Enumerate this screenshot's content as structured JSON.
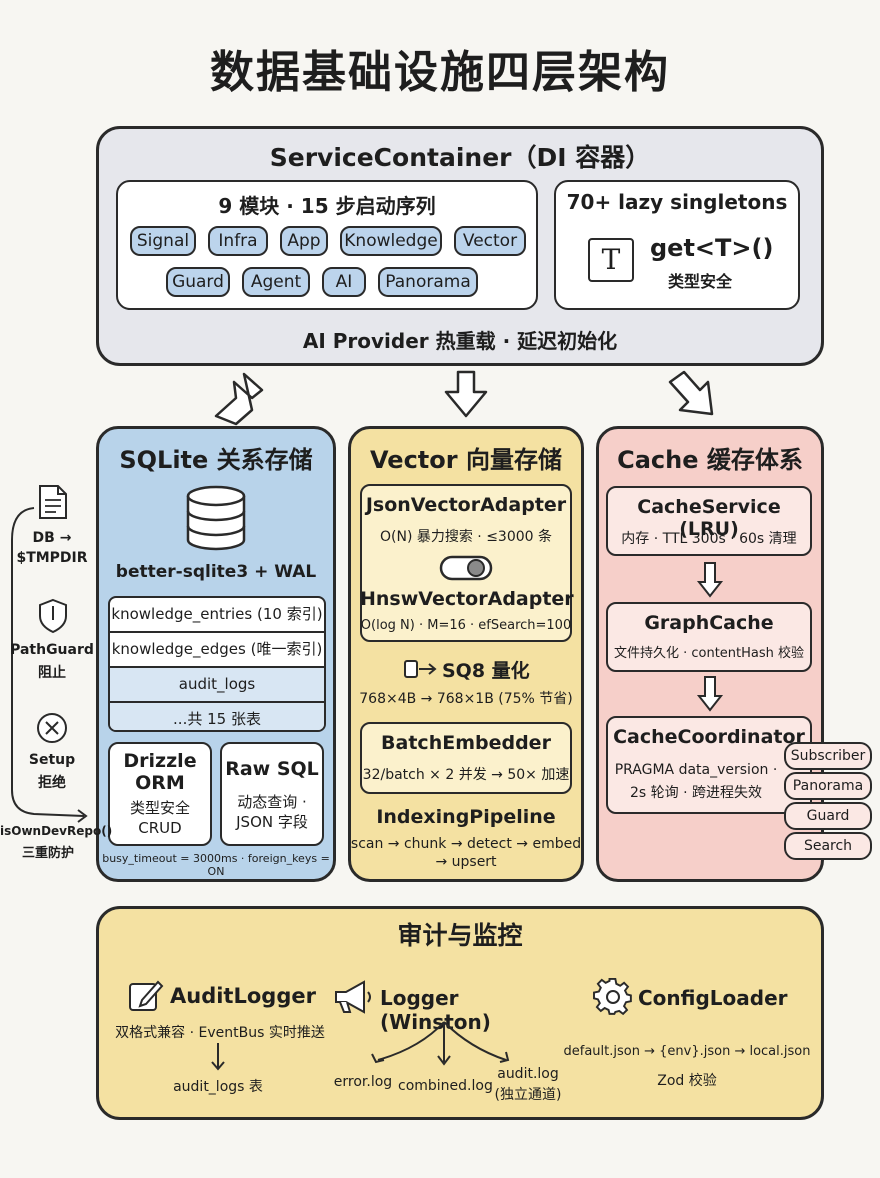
{
  "title": "数据基础设施四层架构",
  "container": {
    "title": "ServiceContainer（DI 容器）",
    "modules_title": "9 模块 · 15 步启动序列",
    "modules_row1": [
      "Signal",
      "Infra",
      "App",
      "Knowledge",
      "Vector"
    ],
    "modules_row2": [
      "Guard",
      "Agent",
      "AI",
      "Panorama"
    ],
    "singletons_title": "70+ lazy singletons",
    "get_icon_letter": "T",
    "get_label": "get<T>()",
    "get_sub": "类型安全",
    "footer": "AI Provider 热重载 · 延迟初始化"
  },
  "sqlite": {
    "title": "SQLite 关系存储",
    "engine": "better-sqlite3 + WAL",
    "tables": [
      "knowledge_entries (10 索引)",
      "knowledge_edges (唯一索引)",
      "audit_logs",
      "...共 15 张表"
    ],
    "drizzle_title": "Drizzle ORM",
    "drizzle_sub": "类型安全 CRUD",
    "raw_title": "Raw SQL",
    "raw_sub": "动态查询 · JSON 字段",
    "footer": "busy_timeout = 3000ms · foreign_keys = ON"
  },
  "vector": {
    "title": "Vector 向量存储",
    "json_adapter": "JsonVectorAdapter",
    "json_sub": "O(N) 暴力搜索 · ≤3000 条",
    "hnsw_adapter": "HnswVectorAdapter",
    "hnsw_sub": "O(log N) · M=16 · efSearch=100",
    "sq8_title": "SQ8 量化",
    "sq8_sub": "768×4B → 768×1B (75% 节省)",
    "batch_title": "BatchEmbedder",
    "batch_sub": "32/batch × 2 并发 → 50× 加速",
    "pipeline_title": "IndexingPipeline",
    "pipeline_sub1": "scan → chunk → detect → embed",
    "pipeline_sub2": "→ upsert"
  },
  "cache": {
    "title": "Cache 缓存体系",
    "service_title": "CacheService (LRU)",
    "service_sub": "内存 · TTL 300s · 60s 清理",
    "graph_title": "GraphCache",
    "graph_sub": "文件持久化 · contentHash 校验",
    "coord_title": "CacheCoordinator",
    "coord_sub1": "PRAGMA data_version ·",
    "coord_sub2": "2s 轮询 · 跨进程失效",
    "subscribers": [
      "Subscriber",
      "Panorama",
      "Guard",
      "Search"
    ]
  },
  "sidebar": {
    "db_label_1": "DB →",
    "db_label_2": "$TMPDIR",
    "pathguard_label_1": "PathGuard",
    "pathguard_label_2": "阻止",
    "setup_label_1": "Setup",
    "setup_label_2": "拒绝",
    "footer_1": "isOwnDevRepo()",
    "footer_2": "三重防护"
  },
  "audit": {
    "title": "审计与监控",
    "auditlogger_title": "AuditLogger",
    "auditlogger_sub": "双格式兼容 · EventBus 实时推送",
    "auditlogger_target": "audit_logs 表",
    "logger_title": "Logger (Winston)",
    "log_error": "error.log",
    "log_combined": "combined.log",
    "log_audit_1": "audit.log",
    "log_audit_2": "(独立通道)",
    "config_title": "ConfigLoader",
    "config_sub": "default.json → {env}.json → local.json",
    "config_sub2": "Zod 校验"
  },
  "colors": {
    "container_bg": "#e6e7ec",
    "sqlite_bg": "#b8d3ea",
    "vector_bg": "#f4e1a2",
    "cache_bg": "#f6cfc9",
    "chip_bg": "#bcd4ec",
    "outline": "#2a2a2a"
  }
}
